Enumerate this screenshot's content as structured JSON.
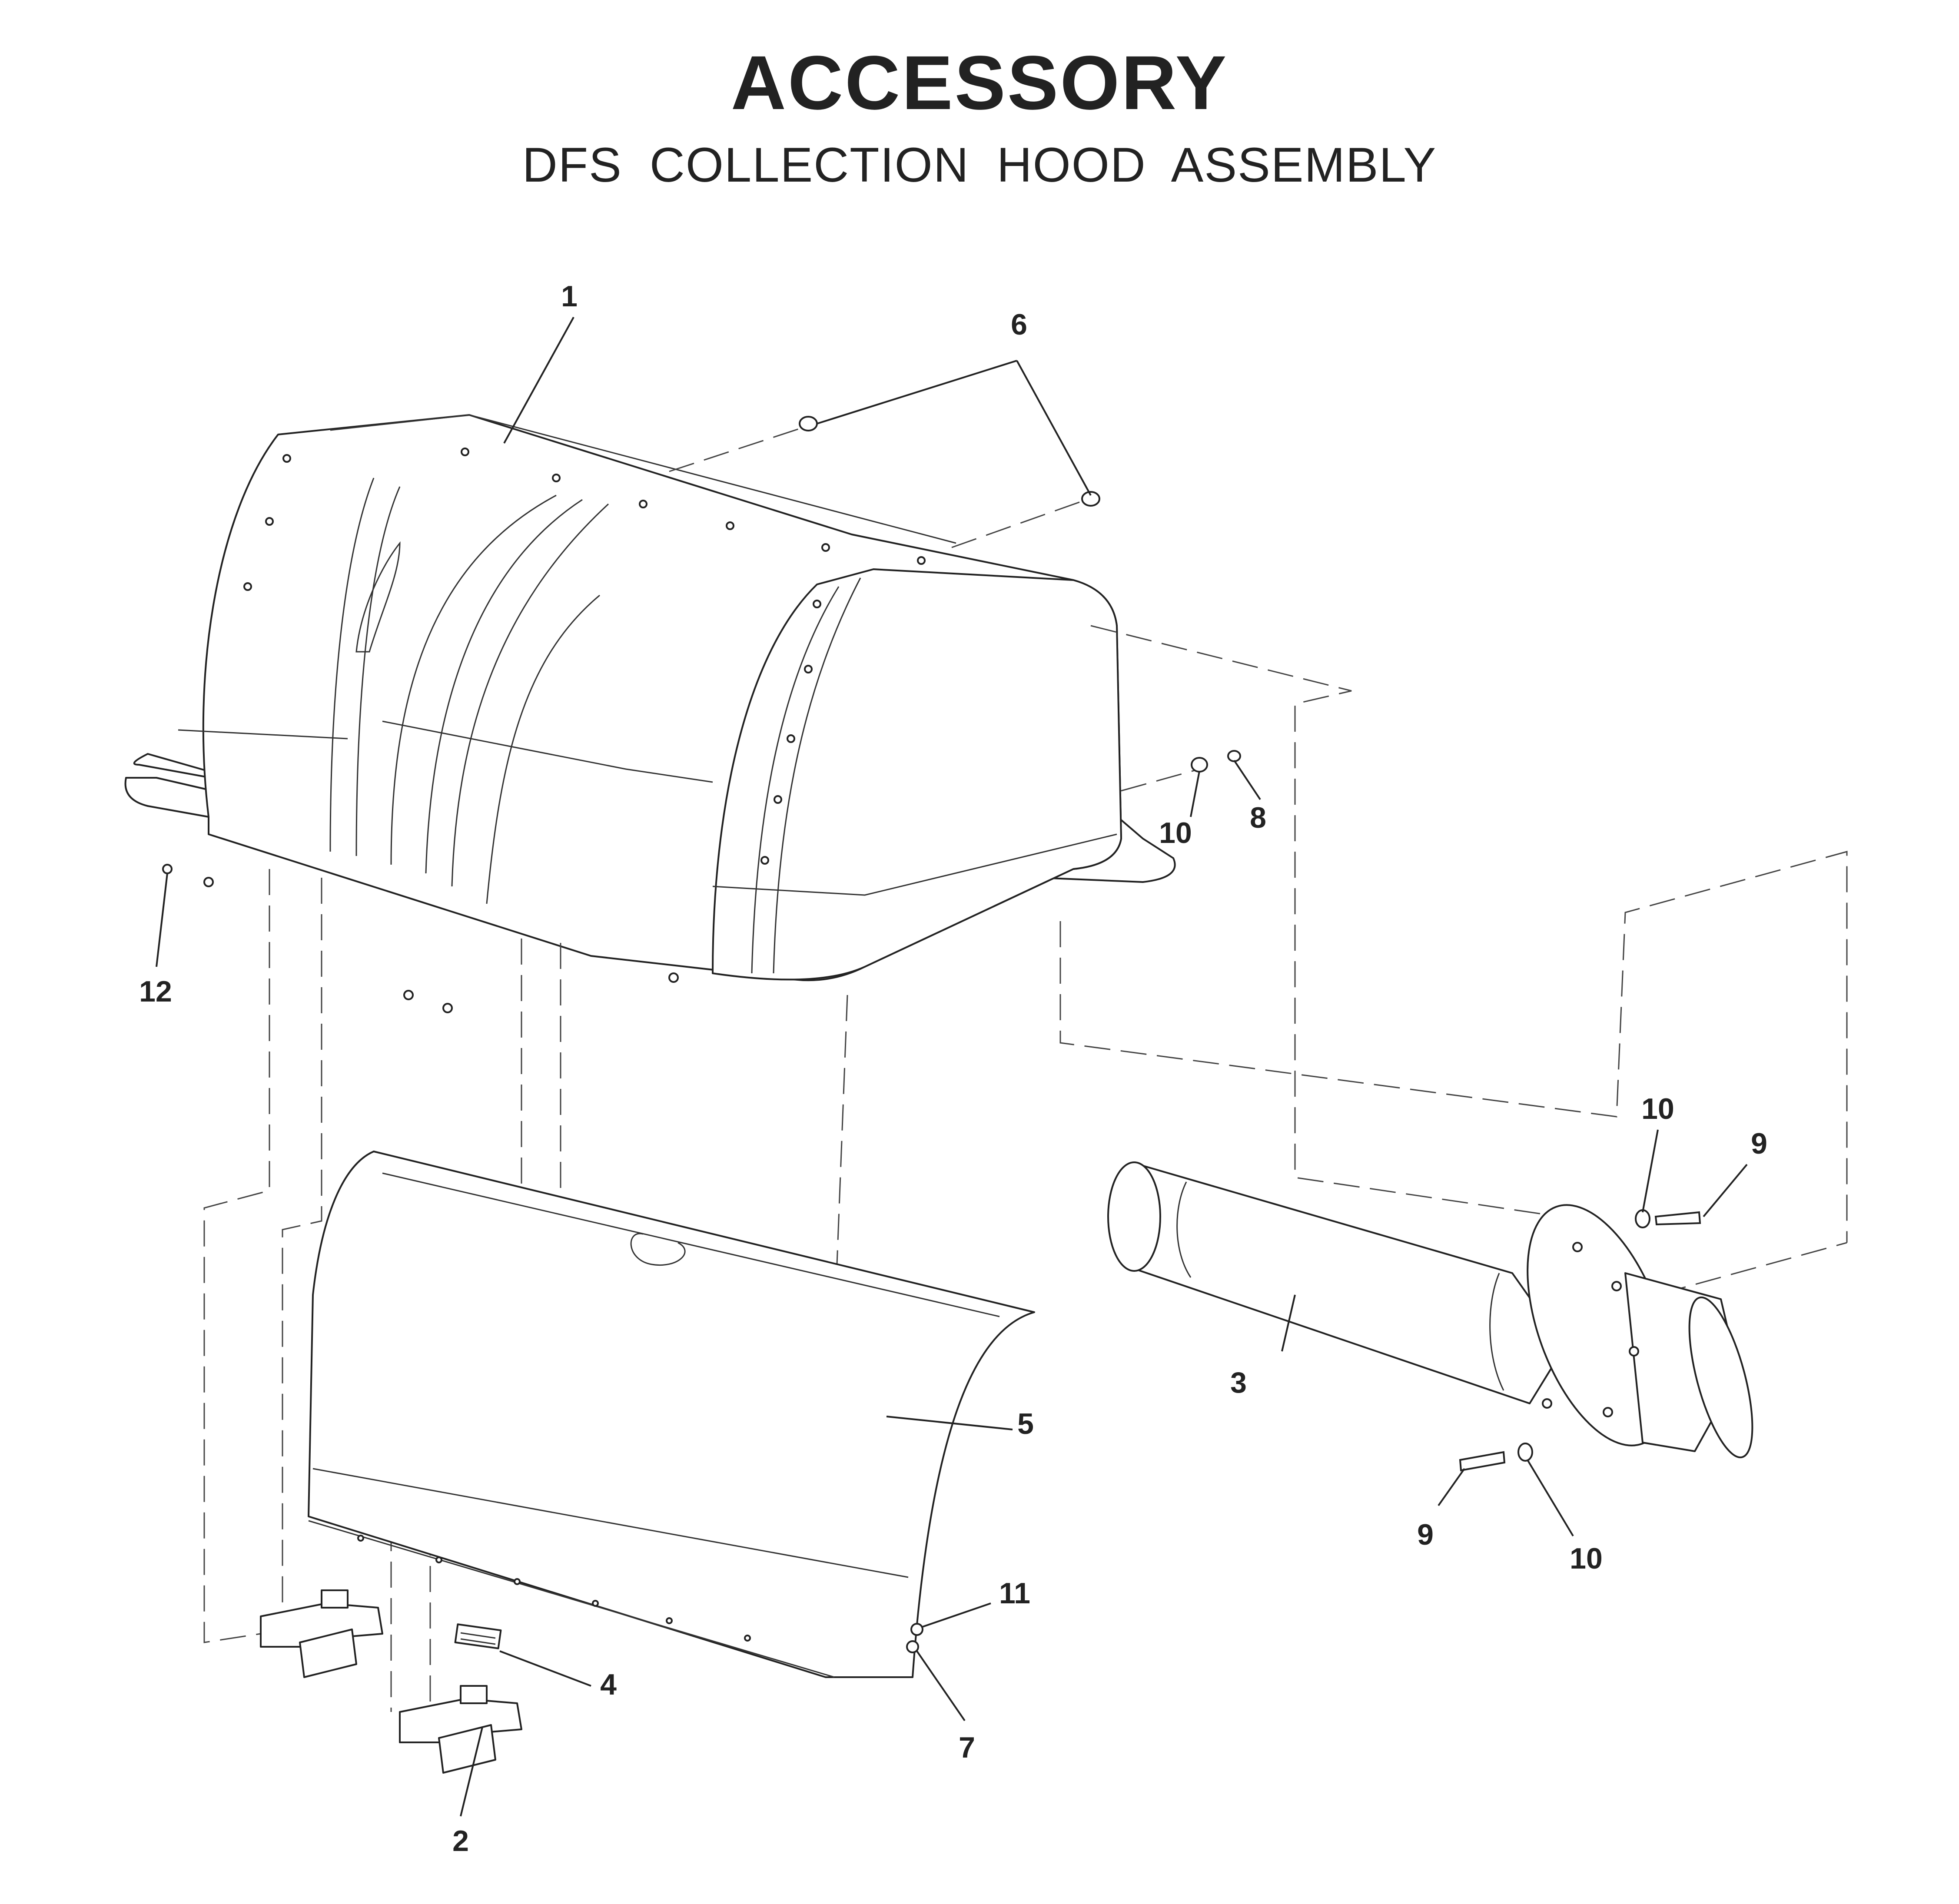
{
  "header": {
    "title": "ACCESSORY",
    "subtitle": "DFS COLLECTION HOOD ASSEMBLY"
  },
  "callouts": [
    {
      "id": "c1",
      "label": "1"
    },
    {
      "id": "c6",
      "label": "6"
    },
    {
      "id": "c10a",
      "label": "10"
    },
    {
      "id": "c8",
      "label": "8"
    },
    {
      "id": "c12",
      "label": "12"
    },
    {
      "id": "c10b",
      "label": "10"
    },
    {
      "id": "c9a",
      "label": "9"
    },
    {
      "id": "c3",
      "label": "3"
    },
    {
      "id": "c5",
      "label": "5"
    },
    {
      "id": "c9b",
      "label": "9"
    },
    {
      "id": "c10c",
      "label": "10"
    },
    {
      "id": "c11",
      "label": "11"
    },
    {
      "id": "c4",
      "label": "4"
    },
    {
      "id": "c7",
      "label": "7"
    },
    {
      "id": "c2",
      "label": "2"
    }
  ]
}
